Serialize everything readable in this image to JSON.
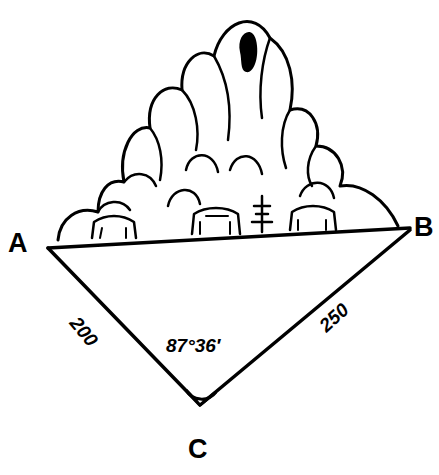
{
  "diagram": {
    "labels": [
      "A",
      "B",
      "C",
      "200",
      "87°36′",
      "250"
    ]
  }
}
